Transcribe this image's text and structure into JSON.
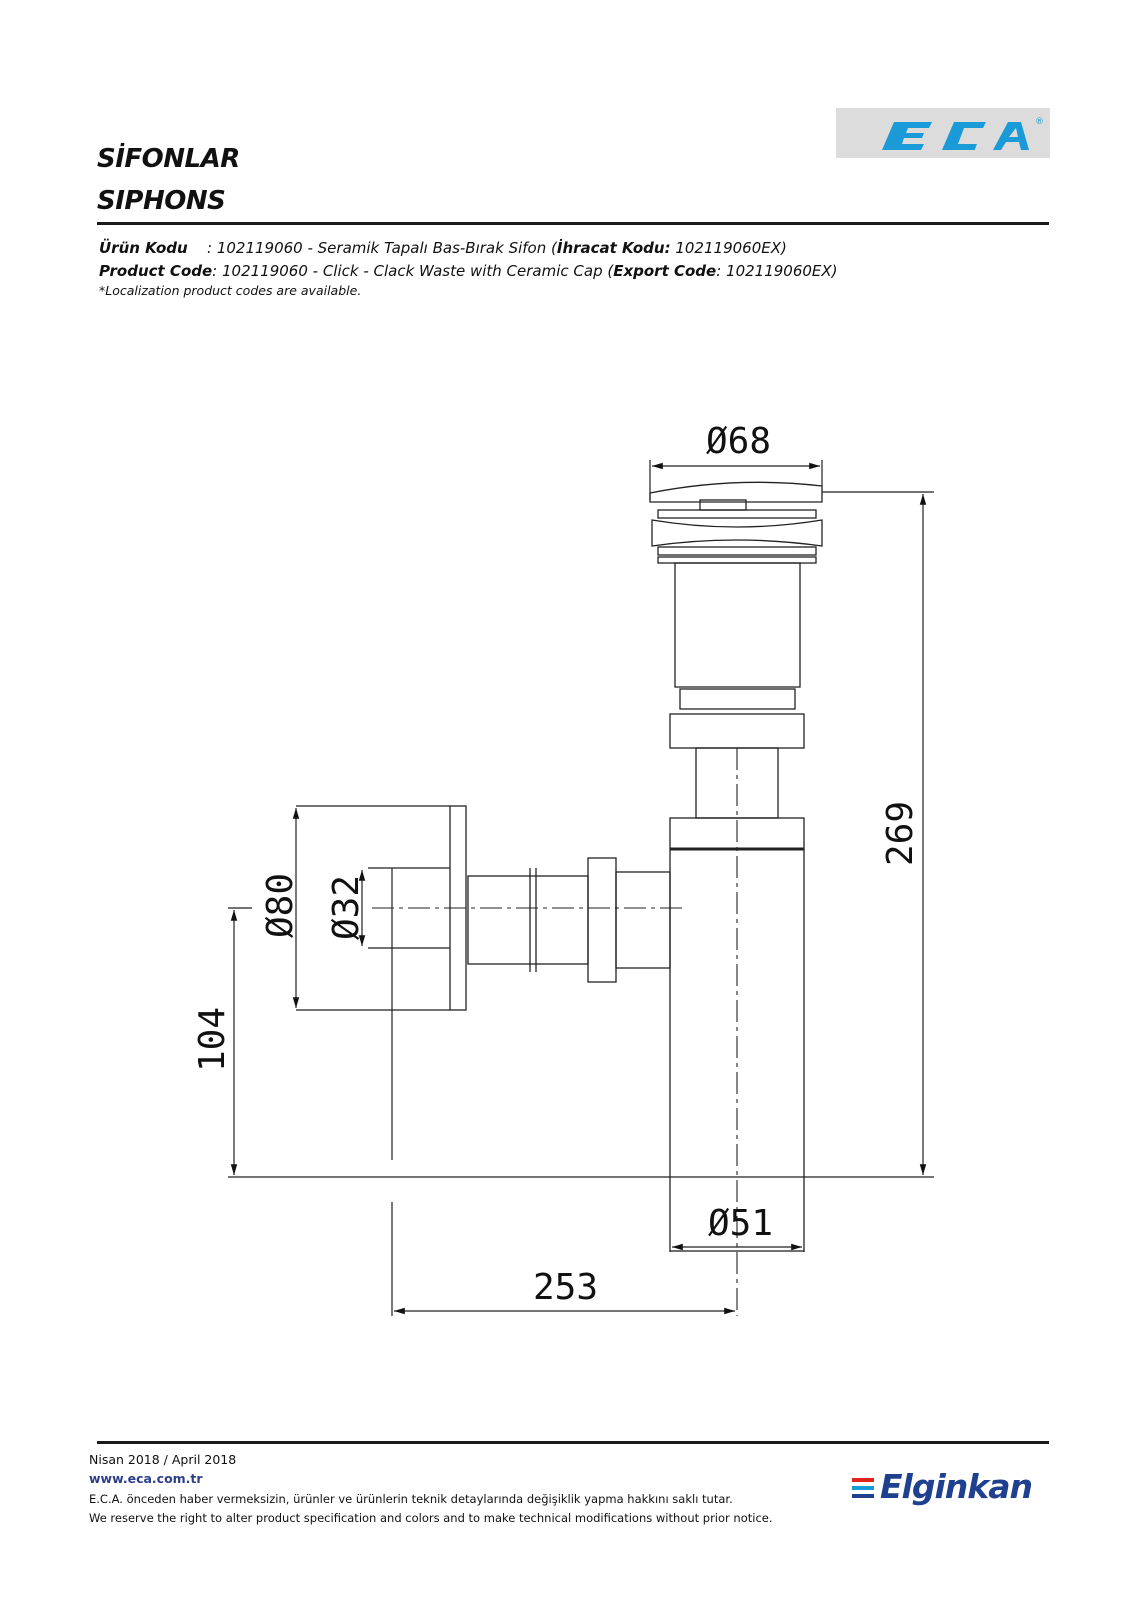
{
  "header": {
    "title_tr": "SİFONLAR",
    "title_en": "SIPHONS",
    "logo_text": "E.C.A",
    "logo_mark": "®",
    "colors": {
      "logo": "#1a9bd7",
      "logo_box": "#dcdcdc"
    }
  },
  "product": {
    "tr_label": "Ürün Kodu",
    "tr_text_1": ": 102119060 - Seramik Tapalı Bas-Bırak Sifon (",
    "tr_export_label": "İhracat Kodu:",
    "tr_text_2": " 102119060EX)",
    "en_label": "Product Code",
    "en_text_1": ": 102119060 - Click - Clack Waste with Ceramic Cap (",
    "en_export_label": "Export Code",
    "en_text_2": ": 102119060EX)",
    "note": "*Localization product codes are available."
  },
  "drawing": {
    "dim_top": "Ø68",
    "dim_height": "269",
    "dim_outer": "Ø80",
    "dim_pipe": "Ø32",
    "dim_side_height": "104",
    "dim_bottom": "Ø51",
    "dim_width": "253"
  },
  "footer": {
    "date": "Nisan 2018 / April 2018",
    "website": "www.eca.com.tr",
    "disclaimer_tr": "E.C.A. önceden haber vermeksizin, ürünler ve ürünlerin teknik detaylarında değişiklik yapma hakkını saklı tutar.",
    "disclaimer_en": "We reserve the right to alter product specification and colors and to make technical modifications without prior notice.",
    "brand": "Elginkan",
    "colors": {
      "brand": "#1f3f8f",
      "stripe_red": "#e2231a",
      "stripe_blue": "#1a9bd7"
    }
  }
}
